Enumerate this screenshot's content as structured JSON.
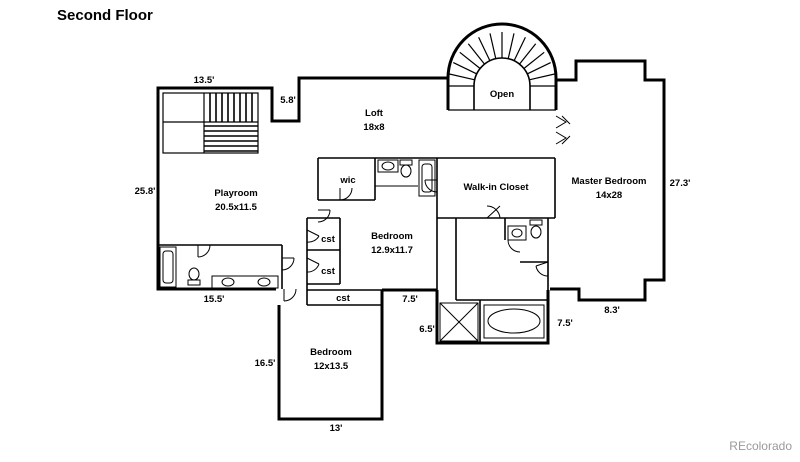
{
  "title": "Second Floor",
  "watermark": "REcolorado",
  "rooms": {
    "loft": {
      "name": "Loft",
      "size": "18x8"
    },
    "playroom": {
      "name": "Playroom",
      "size": "20.5x11.5"
    },
    "bedroom_center": {
      "name": "Bedroom",
      "size": "12.9x11.7"
    },
    "bedroom_lower": {
      "name": "Bedroom",
      "size": "12x13.5"
    },
    "walkin": {
      "name": "Walk-in Closet"
    },
    "master": {
      "name": "Master Bedroom",
      "size": "14x28"
    },
    "open": {
      "name": "Open"
    },
    "wic": {
      "name": "wic"
    },
    "cst_1": {
      "name": "cst"
    },
    "cst_2": {
      "name": "cst"
    },
    "cst_3": {
      "name": "cst"
    }
  },
  "dimensions": {
    "d1": "13.5'",
    "d2": "5.8'",
    "d3": "25.8'",
    "d4": "27.3'",
    "d5": "15.5'",
    "d6": "7.5'",
    "d7": "6.5'",
    "d8": "7.5'",
    "d9": "8.3'",
    "d10": "16.5'",
    "d11": "13'"
  }
}
